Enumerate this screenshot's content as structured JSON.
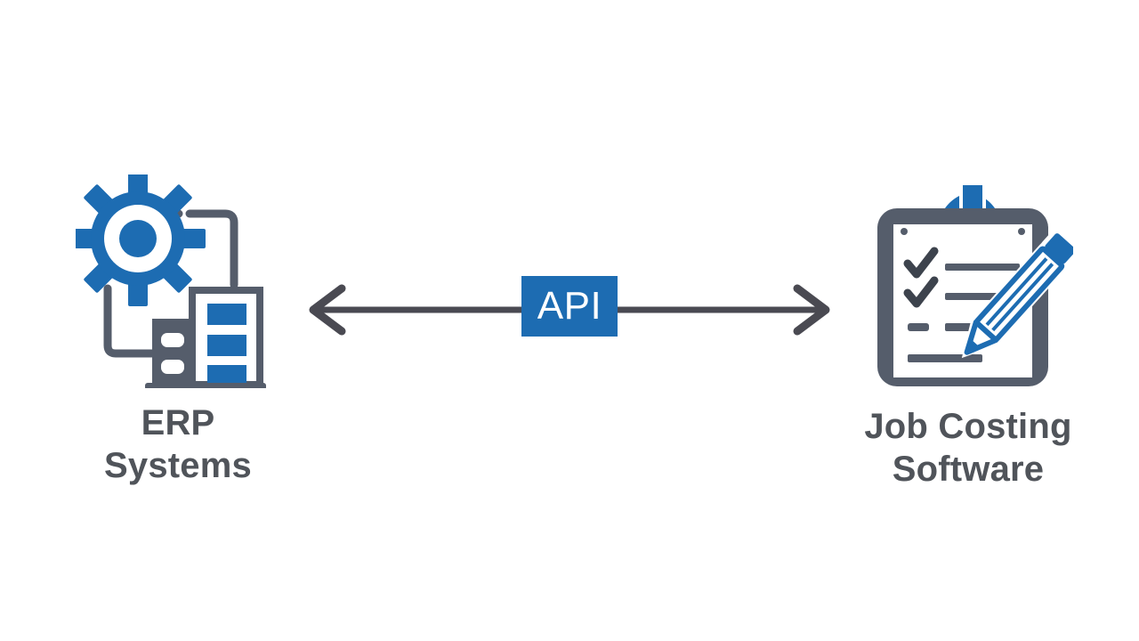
{
  "diagram": {
    "title": "ERP Systems to Job Costing Software API integration",
    "background_color": "#ffffff",
    "colors": {
      "brand_blue": "#1d6cb2",
      "deep_blue": "#15578f",
      "slate_gray": "#555d6b",
      "dark_gray": "#4a4a52",
      "label_gray": "#50545a",
      "white": "#ffffff"
    },
    "nodes": [
      {
        "id": "erp",
        "icon_name": "gear-and-buildings-icon",
        "label": "ERP\nSystems",
        "label_line1": "ERP",
        "label_line2": "Systems",
        "icon_parts": [
          "gear",
          "office-buildings",
          "elbow-connector-top",
          "elbow-arrow-bottom"
        ]
      },
      {
        "id": "job-costing",
        "icon_name": "clipboard-hardhat-pencil-icon",
        "label": "Job Costing\nSoftware",
        "label_line1": "Job Costing",
        "label_line2": "Software",
        "icon_parts": [
          "clipboard",
          "hard-hat",
          "checklist",
          "pencil"
        ]
      }
    ],
    "connector": {
      "name": "bidirectional-arrow",
      "direction": "bidirectional",
      "line_color": "#4a4a52",
      "arrowhead_style": "chevron",
      "badge": {
        "label": "API",
        "background": "#1d6cb2",
        "text_color": "#ffffff"
      }
    }
  }
}
